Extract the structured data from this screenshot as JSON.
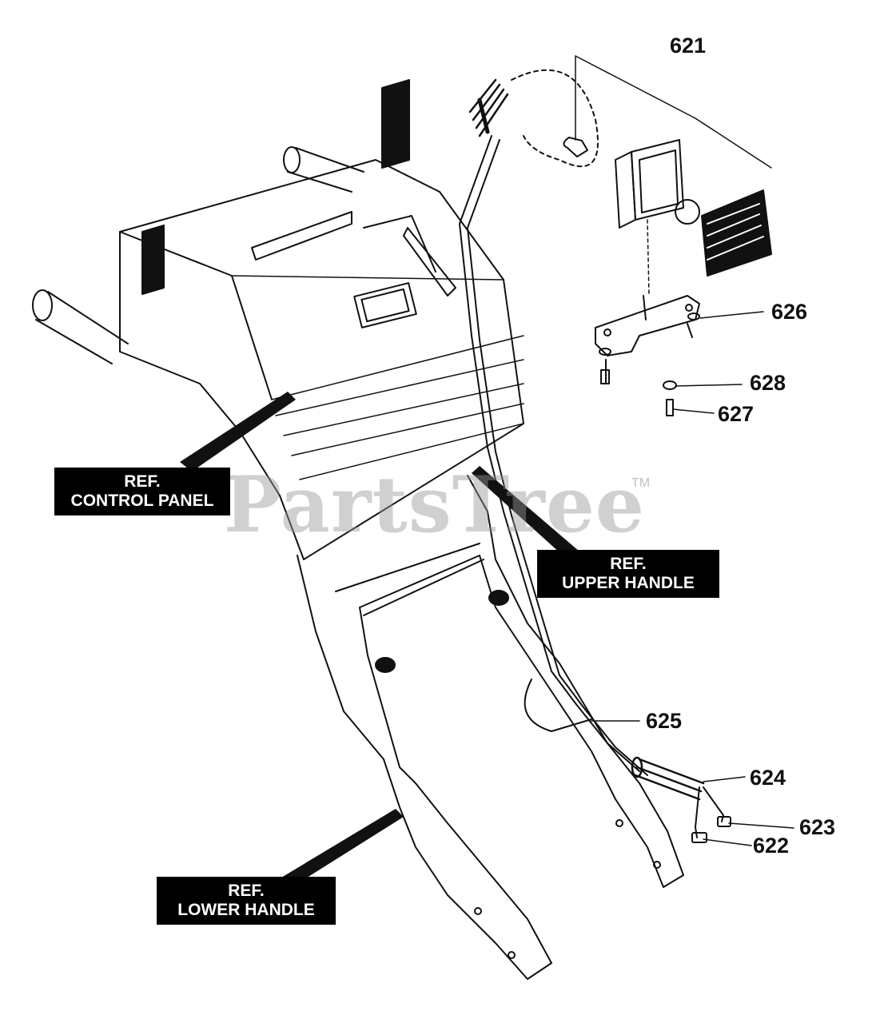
{
  "watermark": {
    "text": "PartsTree",
    "trademark": "TM"
  },
  "part_numbers": {
    "p621": "621",
    "p622": "622",
    "p623": "623",
    "p624": "624",
    "p625": "625",
    "p626": "626",
    "p627": "627",
    "p628": "628"
  },
  "refs": {
    "control_panel": {
      "line1": "REF.",
      "line2": "CONTROL PANEL"
    },
    "upper_handle": {
      "line1": "REF.",
      "line2": "UPPER HANDLE"
    },
    "lower_handle": {
      "line1": "REF.",
      "line2": "LOWER HANDLE"
    }
  },
  "colors": {
    "ink": "#111111",
    "label_bg": "#000000",
    "label_text": "#ffffff",
    "watermark": "#969696"
  }
}
